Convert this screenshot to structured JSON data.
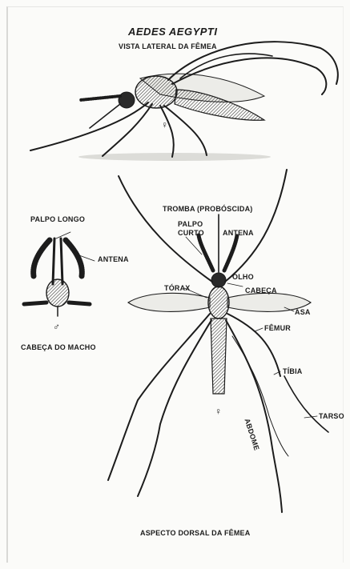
{
  "title": "AEDES AEGYPTI",
  "subtitle": "VISTA LATERAL DA FÊMEA",
  "female_symbol_lateral": "♀",
  "labels": {
    "palpo_longo": "PALPO LONGO",
    "antena_macho": "ANTENA",
    "male_symbol": "♂",
    "cabeca_macho": "CABEÇA DO MACHO",
    "tromba": "TROMBA (PROBÓSCIDA)",
    "palpo_curto_1": "PALPO",
    "palpo_curto_2": "CURTO",
    "antena": "ANTENA",
    "olho": "OLHO",
    "torax": "TÓRAX",
    "cabeca": "CABEÇA",
    "asa": "ASA",
    "femur": "FÊMUR",
    "tibia": "TÍBIA",
    "abdome": "ABDOME",
    "tarso": "TARSO",
    "female_symbol_dorsal": "♀",
    "aspecto": "ASPECTO DORSAL DA FÊMEA"
  },
  "colors": {
    "ink": "#1c1c1c",
    "paper": "#fbfbf9",
    "wing": "#e8e8e4"
  }
}
